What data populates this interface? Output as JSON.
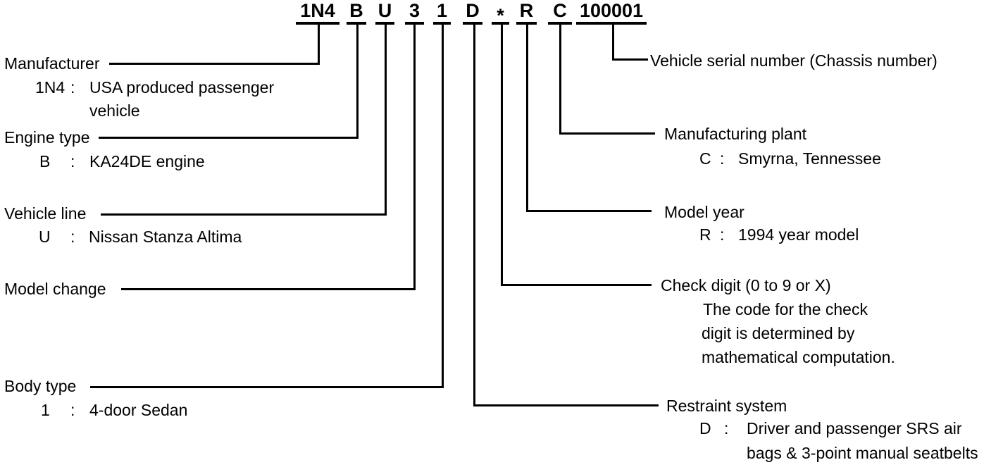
{
  "vin_code": {
    "segments": [
      "1N4",
      "B",
      "U",
      "3",
      "1",
      "D",
      "*",
      "R",
      "C",
      "100001"
    ]
  },
  "punct": {
    "colon": ":"
  },
  "left": {
    "manufacturer": {
      "label": "Manufacturer",
      "code": "1N4",
      "desc1": "USA produced passenger",
      "desc2": "vehicle"
    },
    "engine_type": {
      "label": "Engine type",
      "code": "B",
      "desc1": "KA24DE engine"
    },
    "vehicle_line": {
      "label": "Vehicle line",
      "code": "U",
      "desc1": "Nissan Stanza Altima"
    },
    "model_change": {
      "label": "Model change"
    },
    "body_type": {
      "label": "Body type",
      "code": "1",
      "desc1": "4-door Sedan"
    }
  },
  "right": {
    "serial": {
      "label": "Vehicle serial number (Chassis number)"
    },
    "plant": {
      "label": "Manufacturing plant",
      "code": "C",
      "desc1": "Smyrna, Tennessee"
    },
    "model_year": {
      "label": "Model year",
      "code": "R",
      "desc1": "1994 year model"
    },
    "check_digit": {
      "label": "Check digit (0 to 9 or X)",
      "note1": "The code for the check",
      "note2": "digit is determined by",
      "note3": "mathematical computation."
    },
    "restraint": {
      "label": "Restraint system",
      "code": "D",
      "desc1": "Driver and passenger SRS air",
      "desc2": "bags & 3-point manual seatbelts"
    }
  }
}
